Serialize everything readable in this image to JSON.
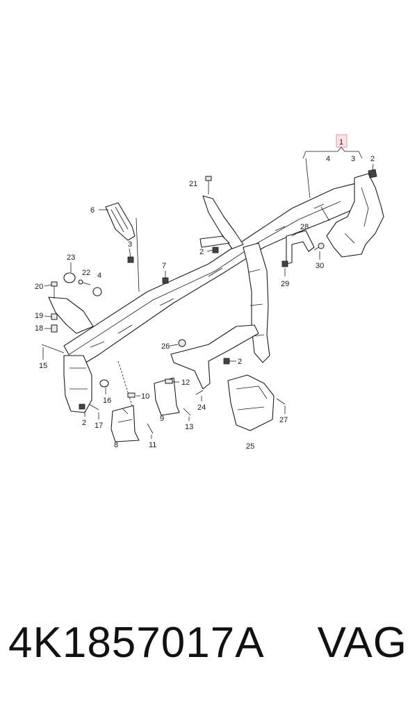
{
  "callouts": {
    "c1": "1",
    "c2a": "2",
    "c2b": "2",
    "c2c": "2",
    "c2d": "2",
    "c3a": "3",
    "c3b": "3",
    "c4": "4",
    "c6": "6",
    "c7": "7",
    "c8": "8",
    "c9": "9",
    "c10": "10",
    "c11": "11",
    "c12": "12",
    "c13": "13",
    "c15": "15",
    "c16": "16",
    "c17": "17",
    "c18": "18",
    "c19": "19",
    "c20": "20",
    "c21": "21",
    "c22": "22",
    "c23": "23",
    "c24": "24",
    "c25": "25",
    "c26": "26",
    "c27": "27",
    "c28": "28",
    "c29": "29",
    "c30": "30",
    "c4b": "4"
  },
  "footer": {
    "part_number": "4K1857017A",
    "brand": "VAG"
  },
  "colors": {
    "highlight_box": "#f4b8c0",
    "line": "#1a1a1a"
  }
}
